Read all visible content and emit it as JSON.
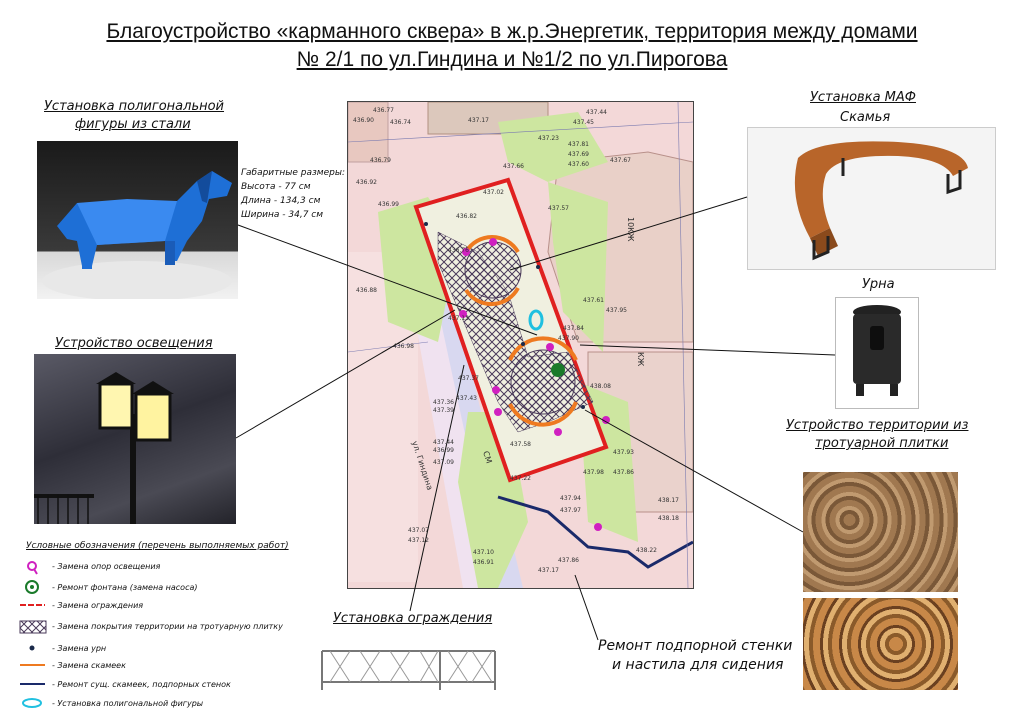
{
  "title": {
    "line1": "Благоустройство «карманного сквера» в ж.р.Энергетик, территория между домами",
    "line2": "№ 2/1 по ул.Гиндина и №1/2 по ул.Пирогова"
  },
  "captions": {
    "sculpture": [
      "Установка полигональной",
      "фигуры из стали"
    ],
    "lighting": "Устройство освещения",
    "maf": [
      "Установка МАФ",
      "Скамья"
    ],
    "urn": "Урна",
    "paving": [
      "Устройство территории из",
      "тротуарной плитки"
    ],
    "fence": "Установка ограждения",
    "wall": [
      "Ремонт подпорной стенки",
      "и настила для сидения"
    ]
  },
  "dimensions": {
    "header": "Габаритные размеры:",
    "height": "Высота - 77 см",
    "length": "Длина - 134,3 см",
    "width": "Ширина - 34,7 см"
  },
  "legend": {
    "title": "Условные обозначения (перечень выполняемых работ)",
    "items": [
      {
        "text": "- Замена опор освещения",
        "icon": "lamp-post-icon",
        "color": "#d020c0"
      },
      {
        "text": "- Ремонт фонтана (замена насоса)",
        "icon": "fountain-icon",
        "color": "#1a7a2a"
      },
      {
        "text": "- Замена ограждения",
        "icon": "fence-line-icon",
        "color": "#e02020"
      },
      {
        "text": "- Замена покрытия территории на тротуарную плитку",
        "icon": "hatch-icon",
        "color": "#5a4a6a"
      },
      {
        "text": "- Замена урн",
        "icon": "urn-dot-icon",
        "color": "#1a2a4a"
      },
      {
        "text": "- Замена скамеек",
        "icon": "bench-line-icon",
        "color": "#ee7a20"
      },
      {
        "text": "- Ремонт сущ. скамеек, подпорных стенок",
        "icon": "wall-line-icon",
        "color": "#1a2a6a"
      },
      {
        "text": "- Установка полигональной фигуры",
        "icon": "figure-ellipse-icon",
        "color": "#20c0e0"
      }
    ]
  },
  "map": {
    "elevations": [
      "436.77",
      "436.74",
      "436.90",
      "437.44",
      "437.45",
      "437.17",
      "437.23",
      "437.81",
      "437.69",
      "437.60",
      "437.66",
      "437.67",
      "436.79",
      "436.92",
      "436.88",
      "436.99",
      "437.02",
      "437.57",
      "436.82",
      "436.76",
      "437.61",
      "437.95",
      "437.84",
      "437.90",
      "437.37",
      "437.13",
      "436.98",
      "437.36",
      "437.43",
      "437.39",
      "437.93",
      "438.08",
      "437.44",
      "437.09",
      "436.99",
      "437.58",
      "437.22",
      "437.94",
      "437.97",
      "437.98",
      "437.86",
      "438.22",
      "437.12",
      "437.07",
      "437.10",
      "436.91",
      "437.17",
      "437.86",
      "438.18",
      "438.17"
    ],
    "labels": [
      "ул. Гиндина",
      "10КЖ",
      "СМ",
      "КЖ"
    ]
  }
}
